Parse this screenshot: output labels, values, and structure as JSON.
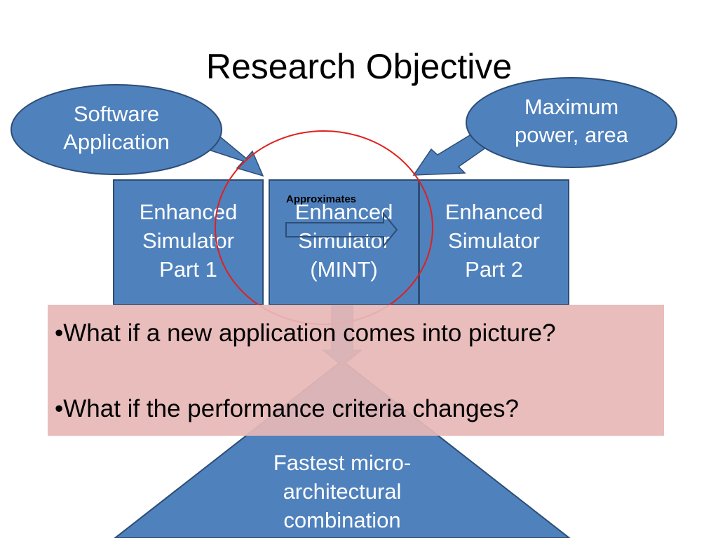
{
  "slide": {
    "title": "Research Objective"
  },
  "inputs": {
    "software": "Software Application",
    "software_lines": [
      "Software",
      "Application"
    ],
    "constraints": "Maximum power, area",
    "constraints_lines": [
      "Maximum",
      "power, area"
    ]
  },
  "boxes": [
    {
      "lines": [
        "Enhanced",
        "Simulator",
        "Part 1"
      ]
    },
    {
      "lines": [
        "Enhanced",
        "Simulator",
        "(MINT)"
      ]
    },
    {
      "lines": [
        "Enhanced",
        "Simulator",
        "Part 2"
      ]
    }
  ],
  "connector": {
    "label": "Approximates"
  },
  "questions": [
    "•What if a new application comes into picture?",
    "•What if the performance criteria changes?"
  ],
  "output": {
    "lines": [
      "Fastest micro-",
      "architectural",
      "combination"
    ]
  },
  "colors": {
    "shape_fill": "#4f81bd",
    "shape_border": "#2c4d75",
    "circle_outline": "#e0201c",
    "overlay_fill": "#e6b8b7"
  }
}
